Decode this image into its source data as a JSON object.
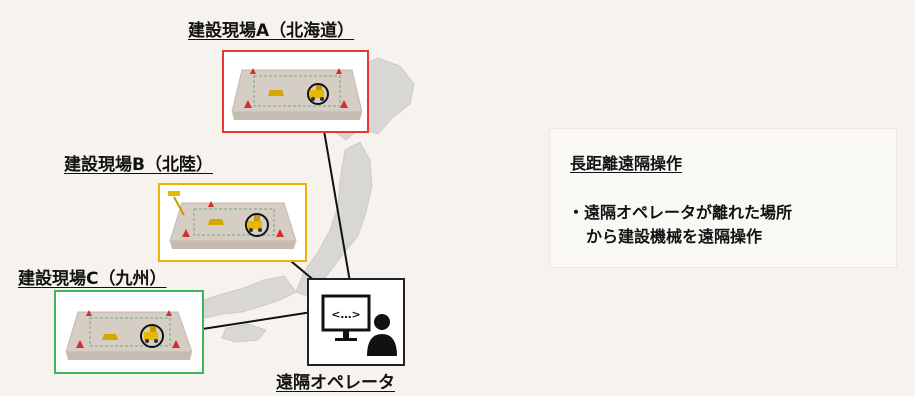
{
  "sites": [
    {
      "label": "建設現場A（北海道）"
    },
    {
      "label": "建設現場B（北陸）"
    },
    {
      "label": "建設現場C（九州）"
    }
  ],
  "operator": {
    "label": "遠隔オペレータ",
    "screen_text": "<…>"
  },
  "info": {
    "title": "長距離遠隔操作",
    "line1": "・遠隔オペレータが離れた場所",
    "line2": "から建設機械を遠隔操作"
  },
  "colors": {
    "site_a_border": "#e53935",
    "site_b_border": "#f0b400",
    "site_c_border": "#3cb55c",
    "map_land": "#d9d7d3",
    "background": "#f6f3ee",
    "arrow": "#111111"
  },
  "icons": {
    "operator": "remote-operator-icon",
    "map": "japan-map",
    "machine": "construction-machine-icon"
  }
}
